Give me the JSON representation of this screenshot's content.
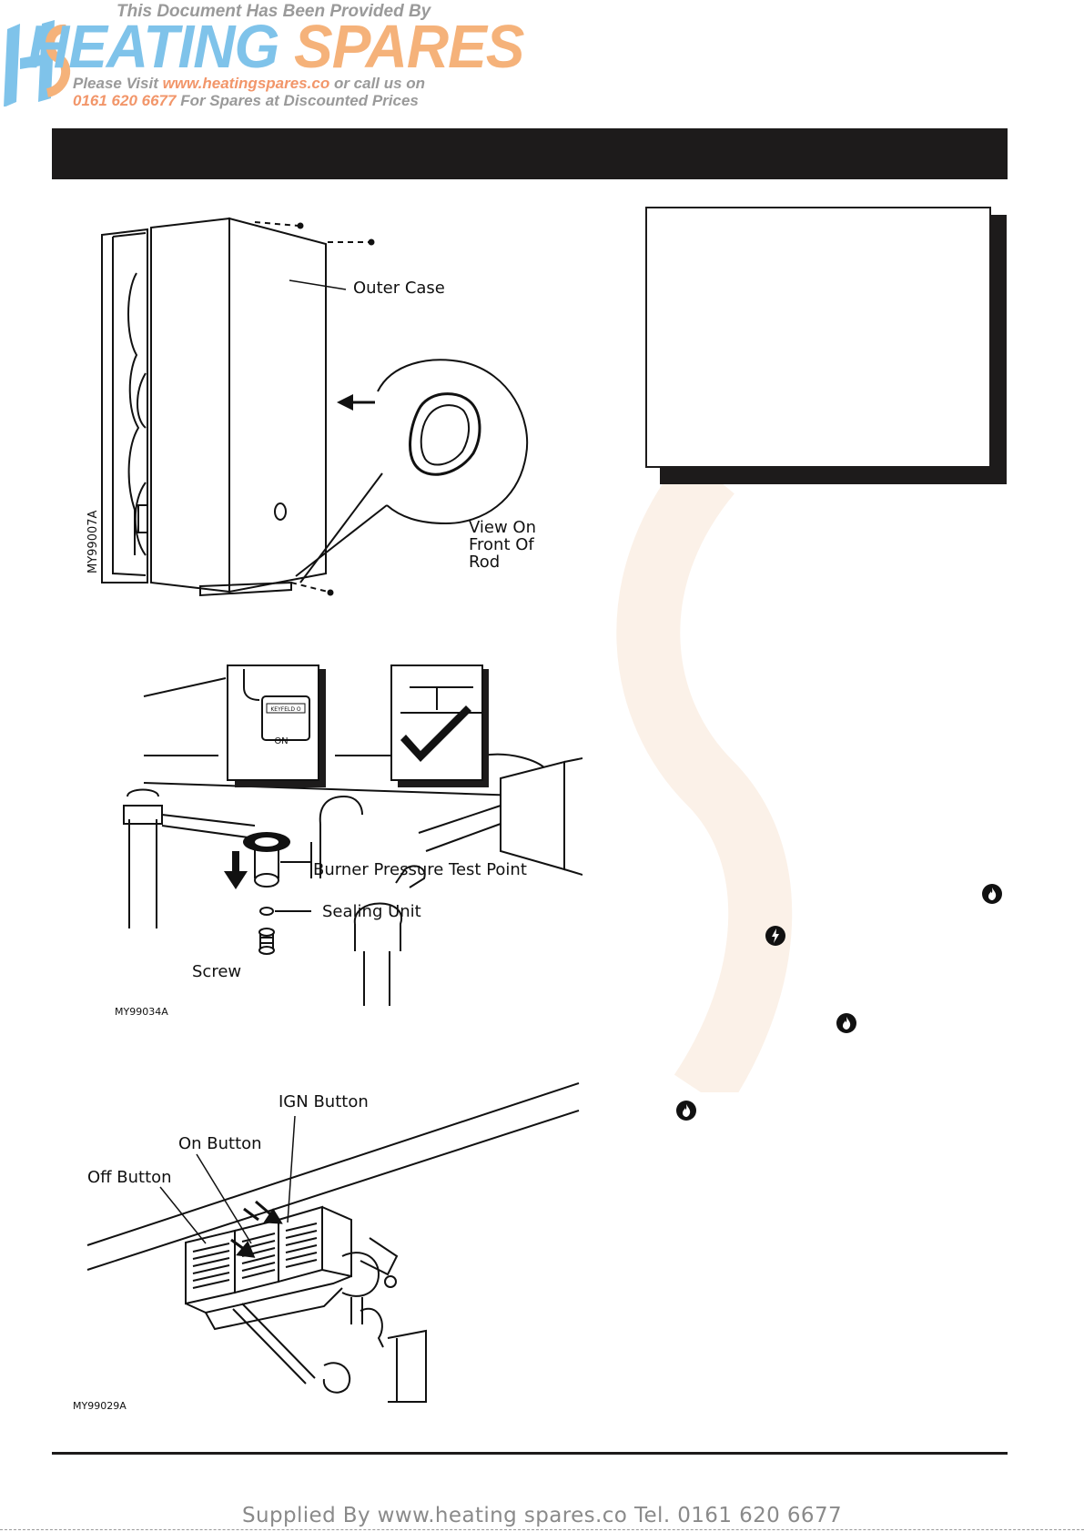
{
  "watermark": {
    "line1": "This Document Has Been Provided By",
    "brand_part1": "HEATING",
    "brand_part2": "SPARES",
    "line3_prefix": "Please Visit",
    "line3_url": "www.heatingspares.co",
    "line3_suffix": "or call us on",
    "line4_phone": "0161 620 6677",
    "line4_suffix": "For Spares at Discounted Prices"
  },
  "figure1": {
    "label_outer_case": "Outer Case",
    "label_view_on_1": "View On",
    "label_view_on_2": "Front Of",
    "label_view_on_3": "Rod",
    "figure_code": "MY99007A"
  },
  "figure2": {
    "meter_label": "ON",
    "meter_plate": "KEYFELD O",
    "label_test_point": "Burner Pressure Test Point",
    "label_sealing_unit": "Sealing Unit",
    "label_screw": "Screw",
    "figure_code": "MY99034A"
  },
  "figure3": {
    "label_ign": "IGN Button",
    "label_on": "On Button",
    "label_off": "Off Button",
    "figure_code": "MY99029A"
  },
  "icons": {
    "flame": "flame-icon",
    "electric": "lightning-icon"
  },
  "footer": {
    "supplied": "Supplied By www.heating spares.co  Tel. 0161 620 6677"
  }
}
